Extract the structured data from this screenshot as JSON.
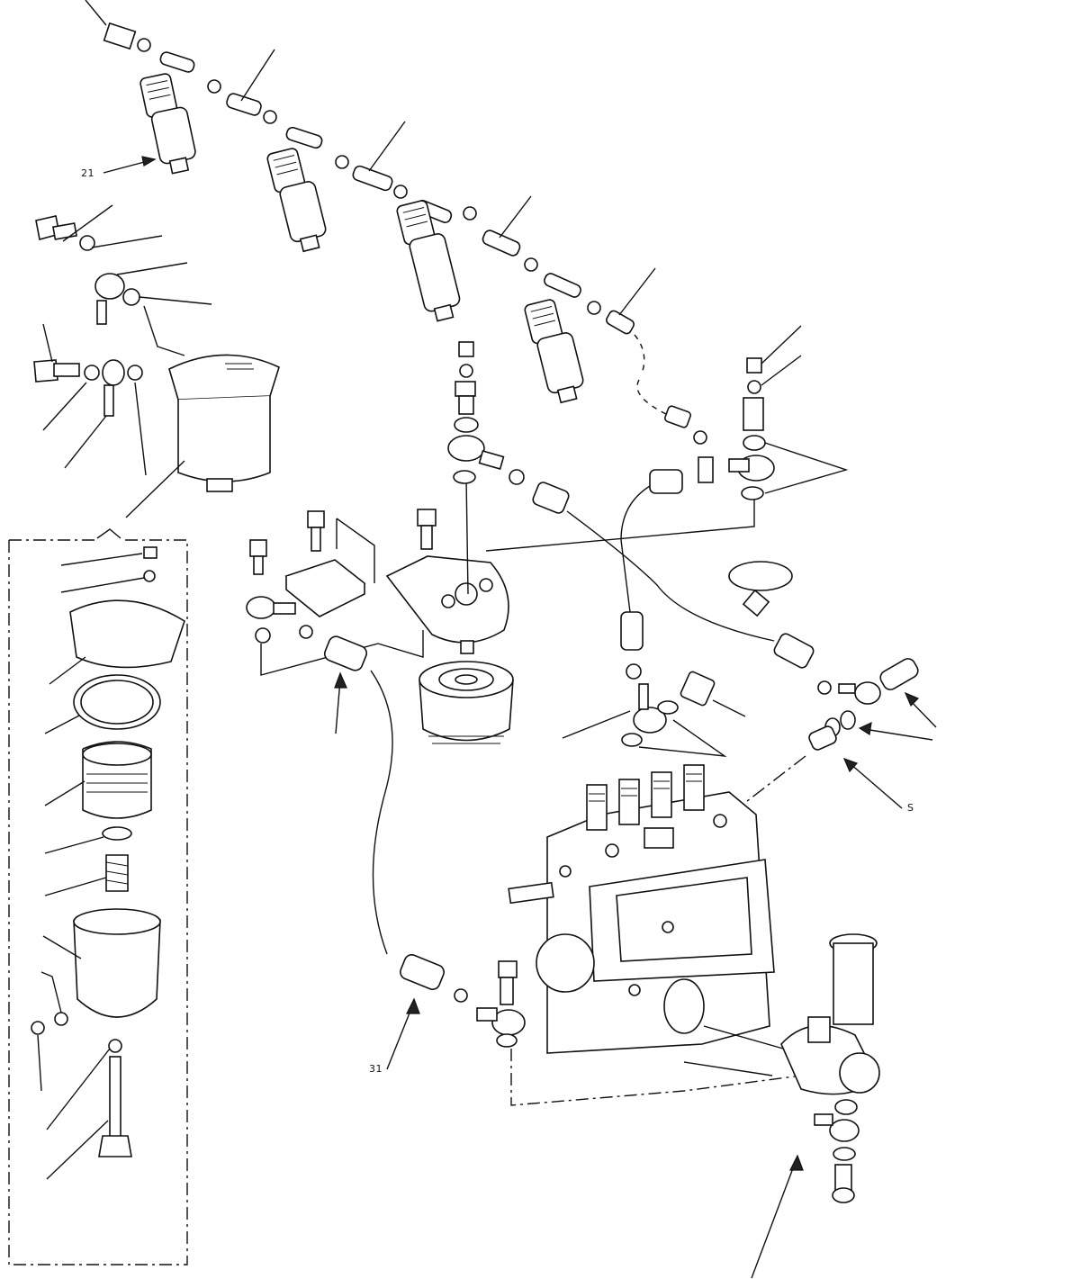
{
  "callouts": {
    "injector_leakoff_ref": "21",
    "return_hose_ref": "31",
    "banjo_bolt_ref": "S"
  }
}
